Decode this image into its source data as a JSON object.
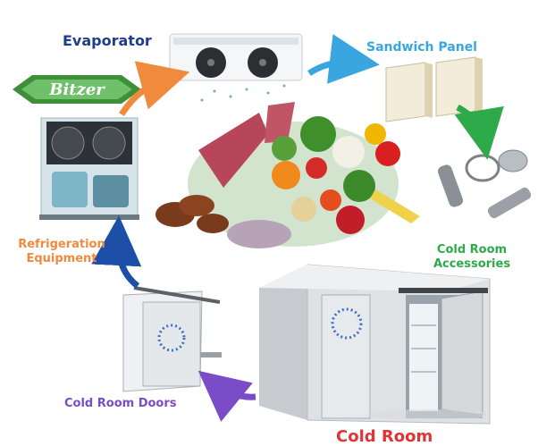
{
  "labels": {
    "evaporator": "Evaporator",
    "sandwich_panel": "Sandwich Panel",
    "refrigeration_equipment": "Refrigeration Equipment",
    "cold_room_accessories": "Cold Room Accessories",
    "cold_room_doors": "Cold Room Doors",
    "cold_room": "Cold Room"
  },
  "brand_logo_text": "Bitzer",
  "colors": {
    "evaporator_label": "#1e3d8c",
    "sandwich_panel_label": "#3aa6e0",
    "refrigeration_label": "#f08a3c",
    "accessories_label": "#2eaa4a",
    "doors_label": "#7a4cc8",
    "cold_room_label": "#e03535",
    "arrow_orange": "#f08a3c",
    "arrow_blue": "#3aa6e0",
    "arrow_green": "#2eaa4a",
    "arrow_navy": "#1e4fa8",
    "arrow_purple": "#7a4cc8"
  }
}
